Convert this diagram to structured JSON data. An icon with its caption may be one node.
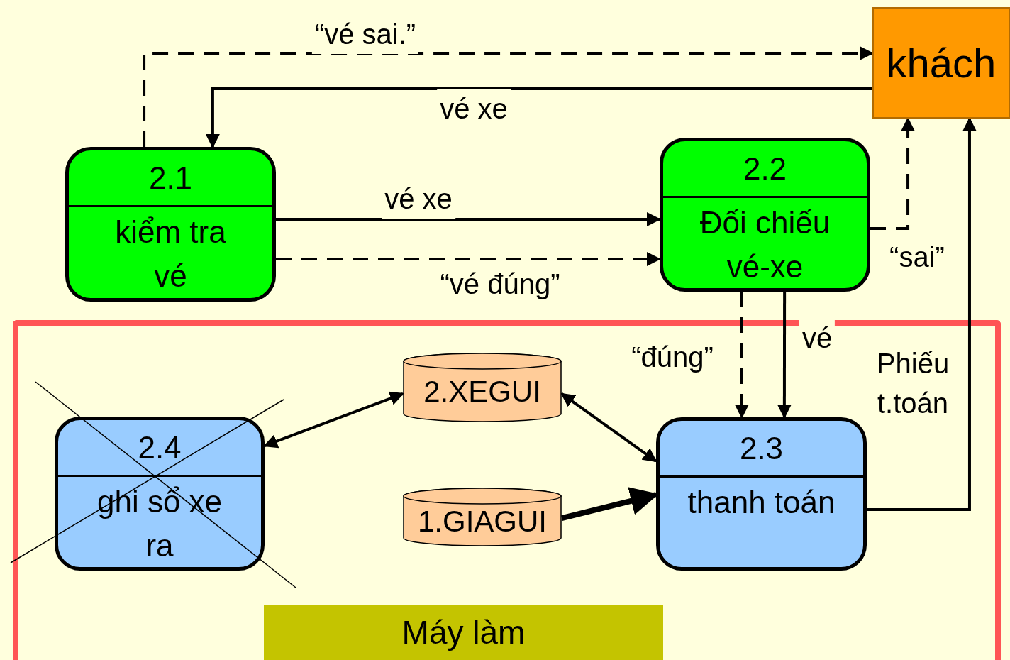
{
  "diagram": {
    "nodes": [
      {
        "text": [
          "khách"
        ]
      },
      {
        "text": [
          "2.1",
          "kiểm tra vé"
        ]
      },
      {
        "text": [
          "2.2",
          "Đối chiếu vé-xe"
        ]
      },
      {
        "text": [
          "2.XEGUI"
        ]
      },
      {
        "text": [
          "2.4",
          "ghi sổ xe ra"
        ]
      },
      {
        "text": [
          "2.3",
          "thanh toán"
        ]
      },
      {
        "text": [
          "1.GIAGUI"
        ]
      },
      {
        "text": [
          "Máy làm"
        ]
      }
    ],
    "edges": [
      {
        "from": 1,
        "to": 0,
        "arrow": "to",
        "label": "“vé sai.”",
        "style": "dashed"
      },
      {
        "from": 0,
        "to": 1,
        "arrow": "to",
        "label": "vé xe"
      },
      {
        "from": 1,
        "to": 2,
        "arrow": "to",
        "label": "vé xe"
      },
      {
        "from": 1,
        "to": 2,
        "arrow": "to",
        "label": "“vé đúng”",
        "style": "dashed"
      },
      {
        "from": 2,
        "to": 0,
        "arrow": "to",
        "label": "“sai”",
        "style": "dashed"
      },
      {
        "from": 2,
        "to": 5,
        "arrow": "to",
        "label": "“đúng”",
        "style": "dashed"
      },
      {
        "from": 2,
        "to": 5,
        "arrow": "to",
        "label": "vé"
      },
      {
        "from": 5,
        "to": 0,
        "arrow": "to",
        "label": "Phiếu t.toán"
      },
      {
        "from": 3,
        "to": 4,
        "arrow": "both"
      },
      {
        "from": 3,
        "to": 5,
        "arrow": "both"
      },
      {
        "from": 6,
        "to": 5,
        "arrow": "to",
        "style": "thick"
      }
    ]
  }
}
